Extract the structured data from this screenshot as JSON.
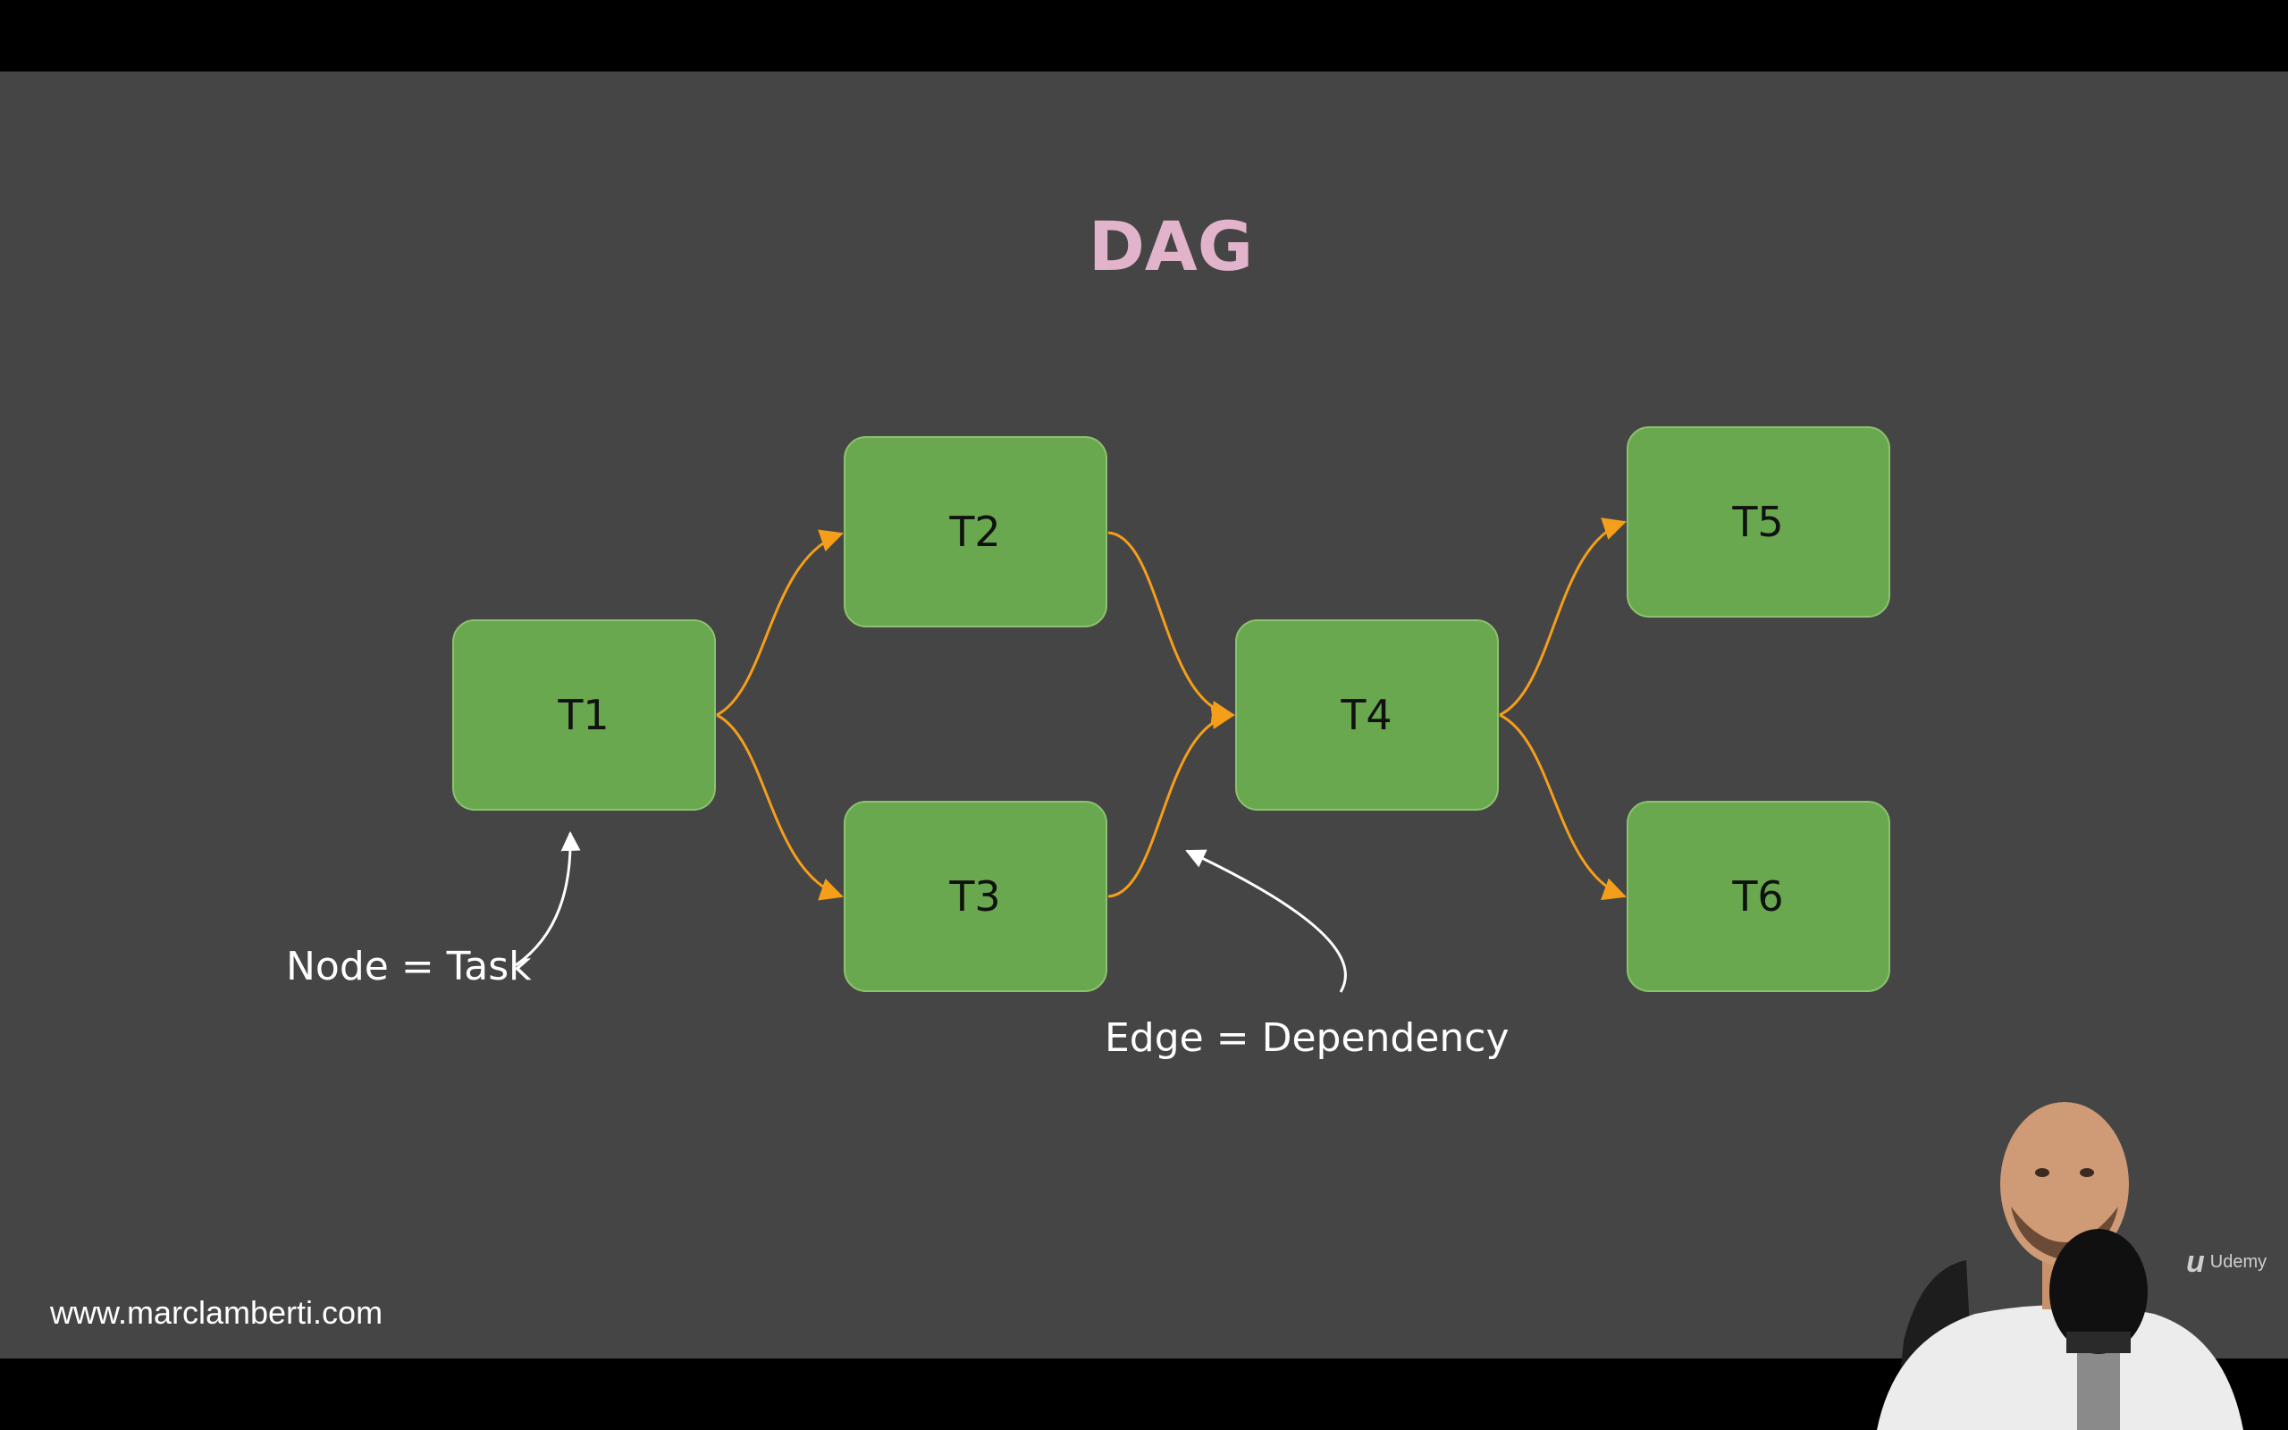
{
  "title": "DAG",
  "nodes": [
    {
      "id": "t1",
      "label": "T1"
    },
    {
      "id": "t2",
      "label": "T2"
    },
    {
      "id": "t3",
      "label": "T3"
    },
    {
      "id": "t4",
      "label": "T4"
    },
    {
      "id": "t5",
      "label": "T5"
    },
    {
      "id": "t6",
      "label": "T6"
    }
  ],
  "edges": [
    {
      "from": "T1",
      "to": "T2"
    },
    {
      "from": "T1",
      "to": "T3"
    },
    {
      "from": "T2",
      "to": "T4"
    },
    {
      "from": "T3",
      "to": "T4"
    },
    {
      "from": "T4",
      "to": "T5"
    },
    {
      "from": "T4",
      "to": "T6"
    }
  ],
  "annotations": {
    "node": "Node = Task",
    "edge": "Edge = Dependency"
  },
  "footer": {
    "website": "www.marclamberti.com",
    "brand": "Udemy",
    "brand_icon": "udemy-logo-icon"
  },
  "colors": {
    "background": "#454545",
    "letterbox": "#000000",
    "title": "#e2b4cb",
    "node_fill": "#6aa84f",
    "edge": "#f59e1a",
    "annotation": "#ffffff"
  }
}
